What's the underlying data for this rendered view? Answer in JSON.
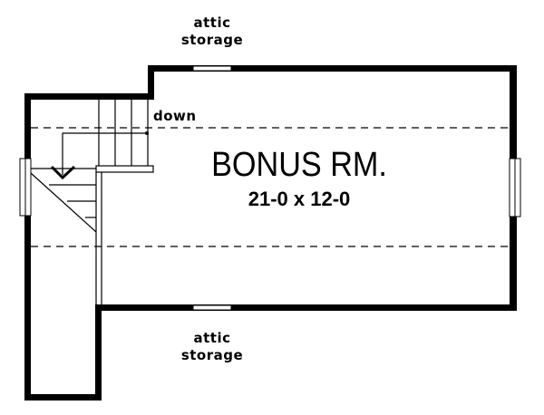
{
  "plan": {
    "room_name": "BONUS RM.",
    "room_dimensions": "21-0 x 12-0",
    "stair_label": "down",
    "top_label": [
      "attic",
      "storage"
    ],
    "bottom_label": [
      "attic",
      "storage"
    ]
  },
  "colors": {
    "wall": "#000000",
    "background": "#ffffff"
  }
}
